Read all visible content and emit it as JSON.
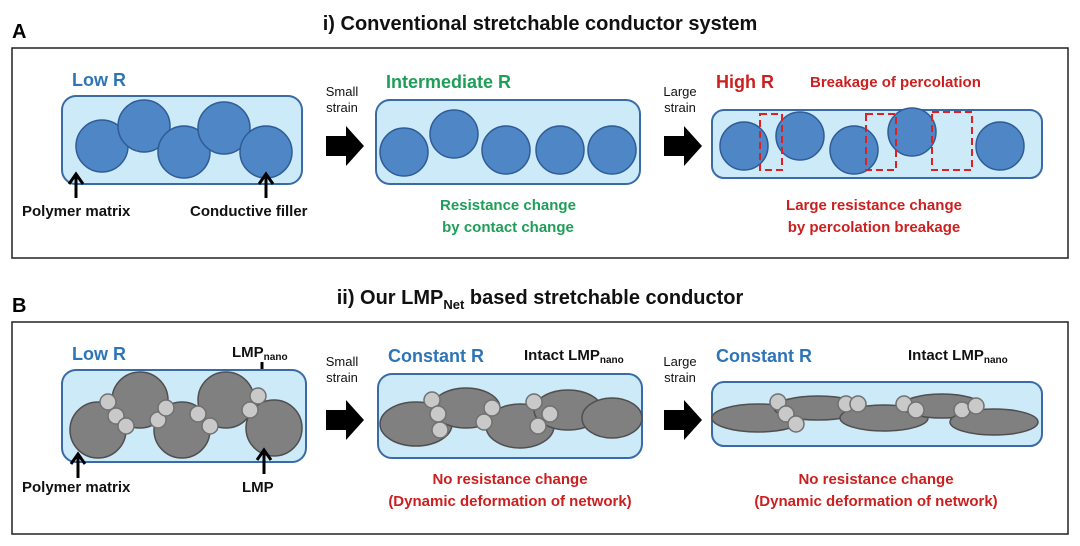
{
  "colors": {
    "blue": "#2e75b6",
    "green": "#1e9e57",
    "red": "#cc1f1f"
  },
  "panel_a": {
    "letter": "A",
    "title": "i) Conventional stretchable conductor system",
    "stage1": {
      "state": "Low R",
      "label_matrix": "Polymer matrix",
      "label_filler": "Conductive filler"
    },
    "arrow1": {
      "line1": "Small",
      "line2": "strain"
    },
    "stage2": {
      "state": "Intermediate R",
      "caption1": "Resistance change",
      "caption2": "by contact change"
    },
    "arrow2": {
      "line1": "Large",
      "line2": "strain"
    },
    "stage3": {
      "state": "High R",
      "note": "Breakage of percolation",
      "caption1": "Large resistance change",
      "caption2": "by percolation breakage"
    }
  },
  "panel_b": {
    "letter": "B",
    "title_pre": "ii) Our LMP",
    "title_sub": "Net",
    "title_post": " based stretchable conductor",
    "stage1": {
      "state": "Low R",
      "lmp_nano_main": "LMP",
      "lmp_nano_sub": "nano",
      "label_matrix": "Polymer matrix",
      "label_lmp": "LMP"
    },
    "arrow1": {
      "line1": "Small",
      "line2": "strain"
    },
    "stage2": {
      "state": "Constant R",
      "intact_main": "Intact LMP",
      "intact_sub": "nano",
      "caption1": "No resistance change",
      "caption2": "(Dynamic deformation of network)"
    },
    "arrow2": {
      "line1": "Large",
      "line2": "strain"
    },
    "stage3": {
      "state": "Constant R",
      "intact_main": "Intact LMP",
      "intact_sub": "nano",
      "caption1": "No resistance change",
      "caption2": "(Dynamic deformation of network)"
    }
  }
}
